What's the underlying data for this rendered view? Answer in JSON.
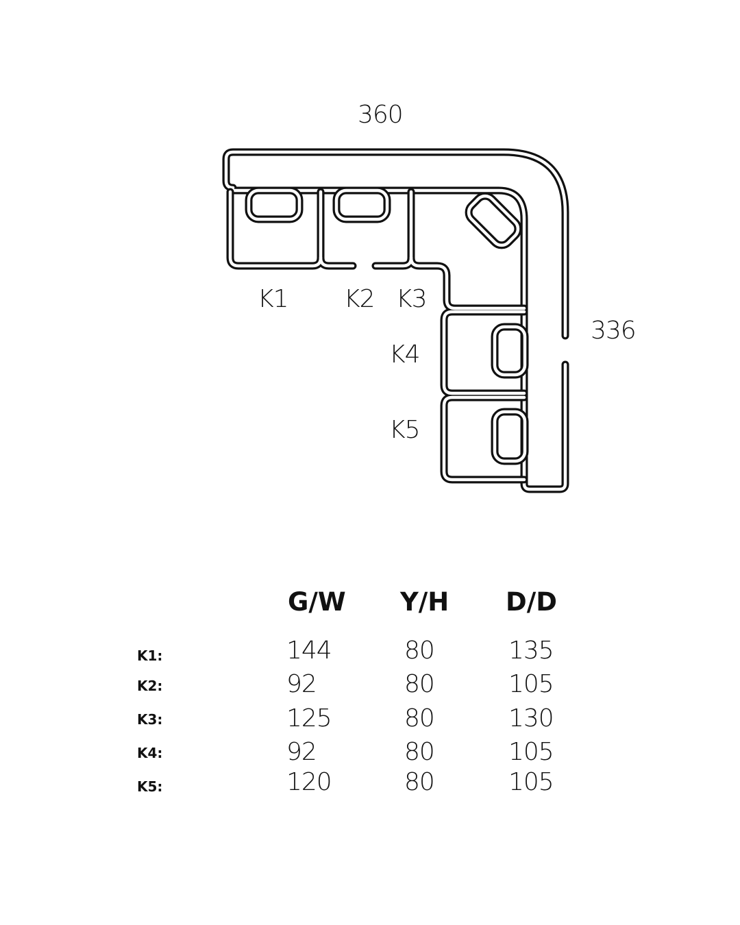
{
  "dimensions": {
    "width_total": "360",
    "depth_total": "336"
  },
  "modules": [
    "K1",
    "K2",
    "K3",
    "K4",
    "K5"
  ],
  "table": {
    "headers": [
      "G/W",
      "Y/H",
      "D/D"
    ],
    "rows": [
      {
        "label": "K1:",
        "values": [
          "144",
          "80",
          "135"
        ]
      },
      {
        "label": "K2:",
        "values": [
          "92",
          "80",
          "105"
        ]
      },
      {
        "label": "K3:",
        "values": [
          "125",
          "80",
          "130"
        ]
      },
      {
        "label": "K4:",
        "values": [
          "92",
          "80",
          "105"
        ]
      },
      {
        "label": "K5:",
        "values": [
          "120",
          "80",
          "105"
        ]
      }
    ]
  }
}
